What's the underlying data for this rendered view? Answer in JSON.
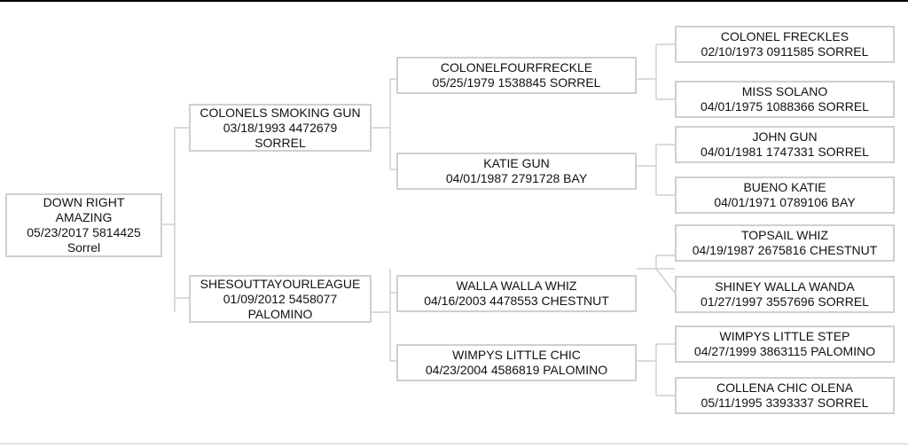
{
  "pedigree": {
    "subject": {
      "lines": [
        "DOWN RIGHT",
        "AMAZING",
        "05/23/2017 5814425",
        "Sorrel"
      ]
    },
    "sire": {
      "lines": [
        "COLONELS SMOKING GUN",
        "03/18/1993 4472679",
        "SORREL"
      ]
    },
    "dam": {
      "lines": [
        "SHESOUTTAYOURLEAGUE",
        "01/09/2012 5458077",
        "PALOMINO"
      ]
    },
    "sire_sire": {
      "lines": [
        "COLONELFOURFRECKLE",
        "05/25/1979 1538845 SORREL"
      ]
    },
    "sire_dam": {
      "lines": [
        "KATIE GUN",
        "04/01/1987 2791728 BAY"
      ]
    },
    "dam_sire": {
      "lines": [
        "WALLA WALLA WHIZ",
        "04/16/2003 4478553 CHESTNUT"
      ]
    },
    "dam_dam": {
      "lines": [
        "WIMPYS LITTLE CHIC",
        "04/23/2004 4586819 PALOMINO"
      ]
    },
    "ggen": [
      {
        "lines": [
          "COLONEL FRECKLES",
          "02/10/1973 0911585 SORREL"
        ]
      },
      {
        "lines": [
          "MISS SOLANO",
          "04/01/1975 1088366 SORREL"
        ]
      },
      {
        "lines": [
          "JOHN GUN",
          "04/01/1981 1747331 SORREL"
        ]
      },
      {
        "lines": [
          "BUENO KATIE",
          "04/01/1971 0789106 BAY"
        ]
      },
      {
        "lines": [
          "TOPSAIL WHIZ",
          "04/19/1987 2675816 CHESTNUT"
        ]
      },
      {
        "lines": [
          "SHINEY WALLA WANDA",
          "01/27/1997 3557696 SORREL"
        ]
      },
      {
        "lines": [
          "WIMPYS LITTLE STEP",
          "04/27/1999 3863115 PALOMINO"
        ]
      },
      {
        "lines": [
          "COLLENA CHIC OLENA",
          "05/11/1995 3393337 SORREL"
        ]
      }
    ]
  }
}
